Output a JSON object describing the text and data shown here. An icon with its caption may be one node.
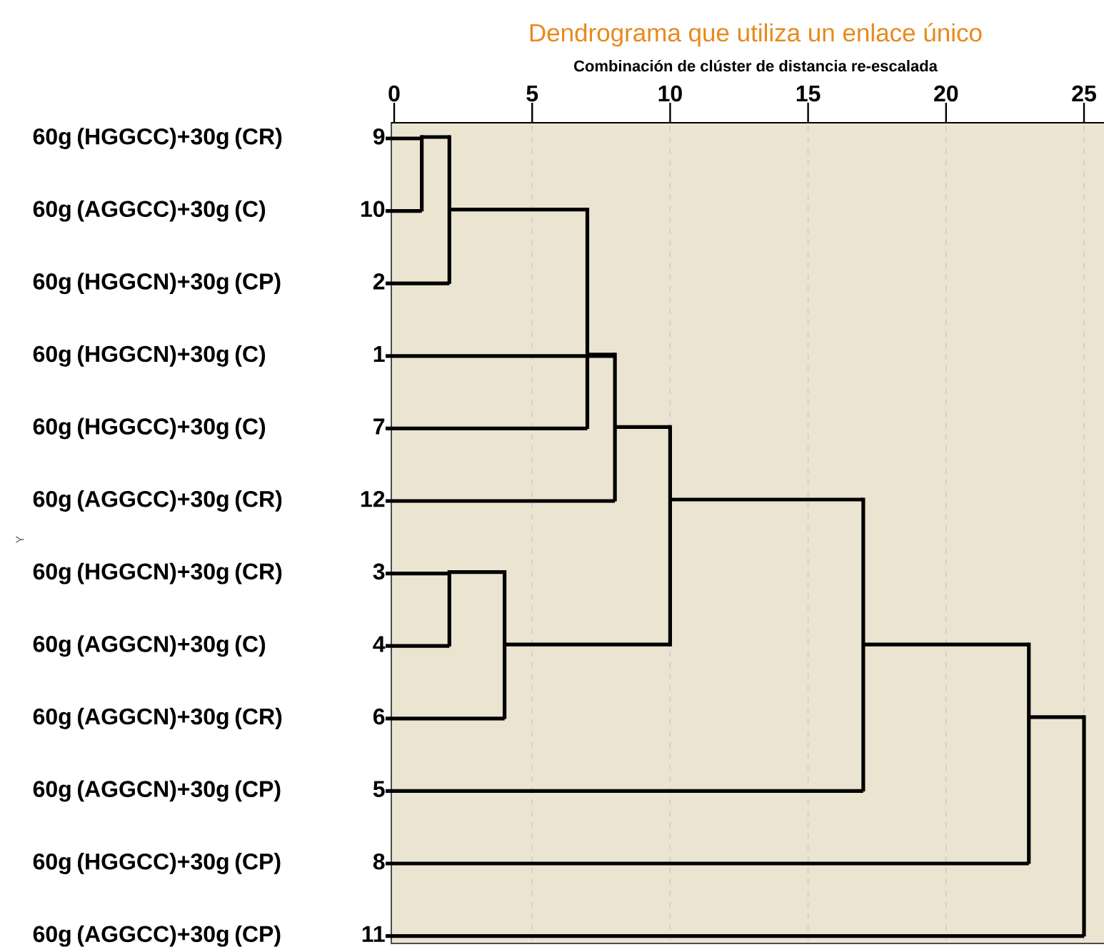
{
  "diagram": {
    "title": "Dendrograma que utiliza un enlace único",
    "nodes": [
      {
        "text": [
          "60g (HGGCC)+30g (CR)",
          "9"
        ]
      },
      {
        "text": [
          "60g (AGGCC)+30g (C)",
          "10"
        ]
      },
      {
        "text": [
          "60g (HGGCN)+30g (CP)",
          "2"
        ]
      },
      {
        "text": [
          "60g (HGGCN)+30g (C)",
          "1"
        ]
      },
      {
        "text": [
          "60g (HGGCC)+30g (C)",
          "7"
        ]
      },
      {
        "text": [
          "60g (AGGCC)+30g (CR)",
          "12"
        ]
      },
      {
        "text": [
          "60g (HGGCN)+30g (CR)",
          "3"
        ]
      },
      {
        "text": [
          "60g (AGGCN)+30g (C)",
          "4"
        ]
      },
      {
        "text": [
          "60g (AGGCN)+30g (CR)",
          "6"
        ]
      },
      {
        "text": [
          "60g (AGGCN)+30g (CP)",
          "5"
        ]
      },
      {
        "text": [
          "60g (HGGCC)+30g (CP)",
          "8"
        ]
      },
      {
        "text": [
          "60g (AGGCC)+30g (CP)",
          "11"
        ]
      },
      {
        "text": [],
        "shape": "bar"
      },
      {
        "text": [],
        "shape": "bar"
      },
      {
        "text": [],
        "shape": "bar"
      },
      {
        "text": [],
        "shape": "bar"
      },
      {
        "text": [],
        "shape": "bar"
      },
      {
        "text": [],
        "shape": "bar"
      },
      {
        "text": [],
        "shape": "bar"
      },
      {
        "text": [],
        "shape": "bar"
      },
      {
        "text": [],
        "shape": "bar"
      },
      {
        "text": [],
        "shape": "bar"
      }
    ],
    "edges": [
      {
        "from": 0,
        "to": 12,
        "arrow": "none"
      },
      {
        "from": 1,
        "to": 12,
        "arrow": "none"
      },
      {
        "from": 12,
        "to": 13,
        "arrow": "none"
      },
      {
        "from": 2,
        "to": 13,
        "arrow": "none"
      },
      {
        "from": 13,
        "to": 14,
        "arrow": "none"
      },
      {
        "from": 4,
        "to": 14,
        "arrow": "none"
      },
      {
        "from": 3,
        "to": 15,
        "arrow": "none"
      },
      {
        "from": 14,
        "to": 15,
        "arrow": "none"
      },
      {
        "from": 5,
        "to": 15,
        "arrow": "none"
      },
      {
        "from": 6,
        "to": 16,
        "arrow": "none"
      },
      {
        "from": 7,
        "to": 16,
        "arrow": "none"
      },
      {
        "from": 16,
        "to": 17,
        "arrow": "none"
      },
      {
        "from": 8,
        "to": 17,
        "arrow": "none"
      },
      {
        "from": 15,
        "to": 18,
        "arrow": "none"
      },
      {
        "from": 17,
        "to": 18,
        "arrow": "none"
      },
      {
        "from": 18,
        "to": 19,
        "arrow": "none"
      },
      {
        "from": 9,
        "to": 19,
        "arrow": "none"
      },
      {
        "from": 19,
        "to": 20,
        "arrow": "none"
      },
      {
        "from": 10,
        "to": 20,
        "arrow": "none"
      },
      {
        "from": 20,
        "to": 21,
        "arrow": "none"
      },
      {
        "from": 11,
        "to": 21,
        "arrow": "none"
      }
    ],
    "labels": [
      "Combinación de clúster de distancia re-escalada",
      "0",
      "5",
      "10",
      "15",
      "20",
      "25",
      "Y"
    ]
  }
}
